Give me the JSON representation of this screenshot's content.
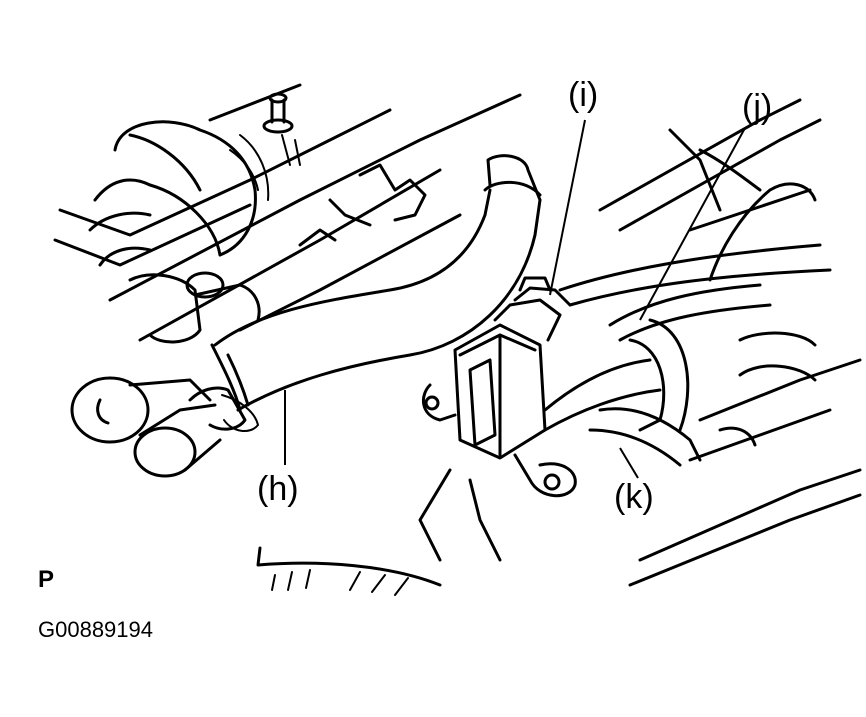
{
  "callouts": {
    "h": "(h)",
    "i": "(i)",
    "j": "(j)",
    "k": "(k)"
  },
  "view_marker": "P",
  "figure_code": "G00889194"
}
